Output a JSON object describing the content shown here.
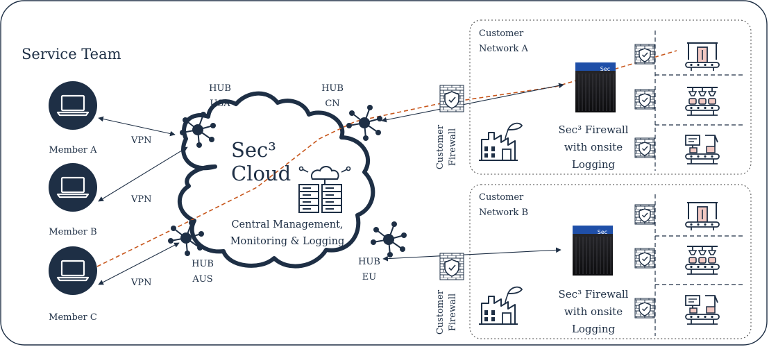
{
  "title": "Service Team",
  "members": [
    {
      "label": "Member A",
      "conn": "VPN"
    },
    {
      "label": "Member B",
      "conn": "VPN"
    },
    {
      "label": "Member C",
      "conn": "VPN"
    }
  ],
  "hubs": [
    {
      "line1": "HUB",
      "line2": "USA"
    },
    {
      "line1": "HUB",
      "line2": "CN"
    },
    {
      "line1": "HUB",
      "line2": "AUS"
    },
    {
      "line1": "HUB",
      "line2": "EU"
    }
  ],
  "cloud": {
    "line1": "Sec³",
    "line2": "Cloud",
    "sub1": "Central Management,",
    "sub2": "Monitoring & Logging"
  },
  "networks": [
    {
      "name1": "Customer",
      "name2": "Network A",
      "customer_firewall1": "Customer",
      "customer_firewall2": "Firewall",
      "fw1": "Sec³ Firewall",
      "fw2": "with onsite",
      "fw3": "Logging",
      "device_brand": "Sec"
    },
    {
      "name1": "Customer",
      "name2": "Network B",
      "customer_firewall1": "Customer",
      "customer_firewall2": "Firewall",
      "fw1": "Sec³ Firewall",
      "fw2": "with onsite",
      "fw3": "Logging",
      "device_brand": "Sec"
    }
  ],
  "colors": {
    "navy": "#1e2f45",
    "orange": "#c8581e",
    "accent_blue": "#1f4fa8",
    "pink": "#f2c9c3"
  }
}
